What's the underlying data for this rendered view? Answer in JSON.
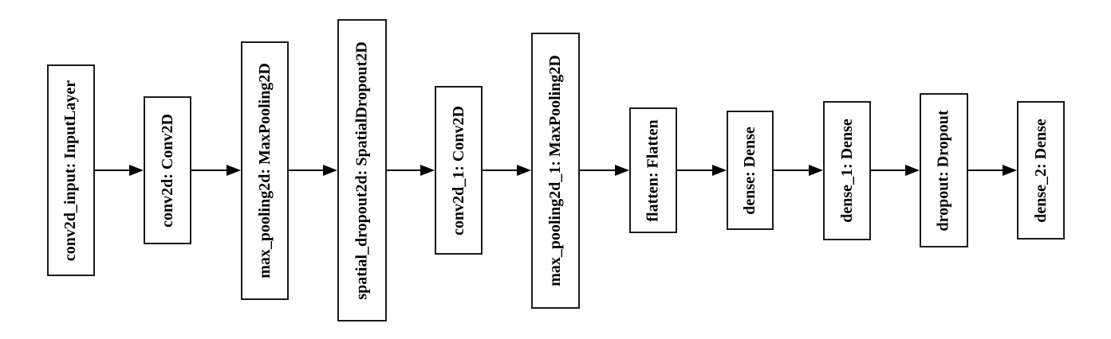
{
  "diagram": {
    "type": "neural-network-layer-flow",
    "orientation": "left-to-right",
    "background_color": "#ffffff",
    "node_fill_color": "#ffffff",
    "node_border_color": "#000000",
    "text_color": "#000000",
    "arrow_color": "#000000",
    "nodes": [
      {
        "label": "conv2d_input: InputLayer"
      },
      {
        "label": "conv2d: Conv2D"
      },
      {
        "label": "max_pooling2d: MaxPooling2D"
      },
      {
        "label": "spatial_dropout2d: SpatialDropout2D"
      },
      {
        "label": "conv2d_1: Conv2D"
      },
      {
        "label": "max_pooling2d_1: MaxPooling2D"
      },
      {
        "label": "flatten: Flatten"
      },
      {
        "label": "dense: Dense"
      },
      {
        "label": "dense_1: Dense"
      },
      {
        "label": "dropout: Dropout"
      },
      {
        "label": "dense_2: Dense"
      }
    ],
    "edges": [
      {
        "from": "conv2d_input: InputLayer",
        "to": "conv2d: Conv2D"
      },
      {
        "from": "conv2d: Conv2D",
        "to": "max_pooling2d: MaxPooling2D"
      },
      {
        "from": "max_pooling2d: MaxPooling2D",
        "to": "spatial_dropout2d: SpatialDropout2D"
      },
      {
        "from": "spatial_dropout2d: SpatialDropout2D",
        "to": "conv2d_1: Conv2D"
      },
      {
        "from": "conv2d_1: Conv2D",
        "to": "max_pooling2d_1: MaxPooling2D"
      },
      {
        "from": "max_pooling2d_1: MaxPooling2D",
        "to": "flatten: Flatten"
      },
      {
        "from": "flatten: Flatten",
        "to": "dense: Dense"
      },
      {
        "from": "dense: Dense",
        "to": "dense_1: Dense"
      },
      {
        "from": "dense_1: Dense",
        "to": "dropout: Dropout"
      },
      {
        "from": "dropout: Dropout",
        "to": "dense_2: Dense"
      }
    ]
  }
}
